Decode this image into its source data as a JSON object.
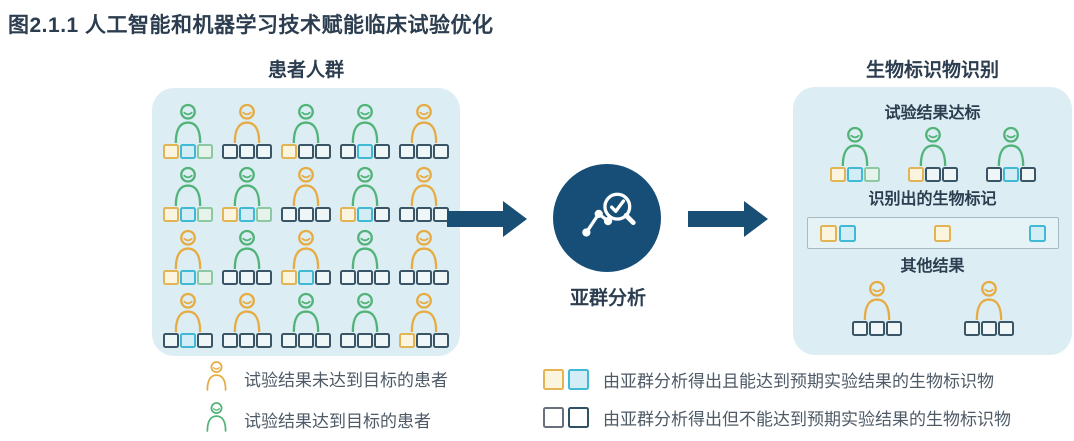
{
  "title": "图2.1.1 人工智能和机器学习技术赋能临床试验优化",
  "colors": {
    "navy": "#174e77",
    "heading_text": "#2b3d4f",
    "panel_bg": "#dceef3",
    "person_green": "#52b379",
    "person_orange": "#e7ab43",
    "square_yellow": "#e2b453",
    "square_cyan": "#3fb9d4",
    "square_green": "#8cc8a2",
    "square_dark": "#3a5666",
    "square_gray": "#697079",
    "legend_text": "#4e5a66"
  },
  "patient_population": {
    "heading": "患者人群",
    "patients": [
      {
        "person": "green",
        "squares": [
          "yellow",
          "cyan",
          "green"
        ]
      },
      {
        "person": "orange",
        "squares": [
          "dark",
          "dark",
          "dark"
        ]
      },
      {
        "person": "green",
        "squares": [
          "yellow",
          "dark",
          "dark"
        ]
      },
      {
        "person": "green",
        "squares": [
          "dark",
          "cyan",
          "dark"
        ]
      },
      {
        "person": "orange",
        "squares": [
          "dark",
          "dark",
          "dark"
        ]
      },
      {
        "person": "green",
        "squares": [
          "yellow",
          "cyan",
          "green"
        ]
      },
      {
        "person": "green",
        "squares": [
          "yellow",
          "cyan",
          "green"
        ]
      },
      {
        "person": "orange",
        "squares": [
          "dark",
          "dark",
          "dark"
        ]
      },
      {
        "person": "green",
        "squares": [
          "yellow",
          "cyan",
          "dark"
        ]
      },
      {
        "person": "orange",
        "squares": [
          "dark",
          "dark",
          "dark"
        ]
      },
      {
        "person": "orange",
        "squares": [
          "yellow",
          "cyan",
          "green"
        ]
      },
      {
        "person": "green",
        "squares": [
          "dark",
          "dark",
          "dark"
        ]
      },
      {
        "person": "orange",
        "squares": [
          "yellow",
          "cyan",
          "dark"
        ]
      },
      {
        "person": "green",
        "squares": [
          "dark",
          "dark",
          "dark"
        ]
      },
      {
        "person": "orange",
        "squares": [
          "dark",
          "dark",
          "dark"
        ]
      },
      {
        "person": "orange",
        "squares": [
          "dark",
          "cyan",
          "dark"
        ]
      },
      {
        "person": "orange",
        "squares": [
          "dark",
          "dark",
          "dark"
        ]
      },
      {
        "person": "green",
        "squares": [
          "dark",
          "dark",
          "dark"
        ]
      },
      {
        "person": "green",
        "squares": [
          "dark",
          "dark",
          "dark"
        ]
      },
      {
        "person": "orange",
        "squares": [
          "yellow",
          "dark",
          "dark"
        ]
      }
    ]
  },
  "process": {
    "label": "亚群分析",
    "icon": "magnifier-check-scatter-icon"
  },
  "biomarker_panel": {
    "heading": "生物标识物识别",
    "passed_section": {
      "heading": "试验结果达标",
      "patients": [
        {
          "person": "green",
          "squares": [
            "yellow",
            "cyan",
            "green"
          ]
        },
        {
          "person": "green",
          "squares": [
            "yellow",
            "dark",
            "dark"
          ]
        },
        {
          "person": "green",
          "squares": [
            "dark",
            "cyan",
            "dark"
          ]
        }
      ]
    },
    "identified_section": {
      "heading": "识别出的生物标记",
      "groups": [
        [
          "yellow",
          "cyan"
        ],
        [
          "yellow"
        ],
        [
          "cyan"
        ]
      ]
    },
    "other_section": {
      "heading": "其他结果",
      "patients": [
        {
          "person": "orange",
          "squares": [
            "dark",
            "dark",
            "dark"
          ]
        },
        {
          "person": "orange",
          "squares": [
            "dark",
            "dark",
            "dark"
          ]
        }
      ]
    }
  },
  "legend": {
    "patient_items": [
      {
        "person": "orange",
        "label": "试验结果未达到目标的患者"
      },
      {
        "person": "green",
        "label": "试验结果达到目标的患者"
      }
    ],
    "marker_items": [
      {
        "squares": [
          "yellow",
          "cyan"
        ],
        "label": "由亚群分析得出且能达到预期实验结果的生物标识物"
      },
      {
        "squares": [
          "gray",
          "darkteal"
        ],
        "label": "由亚群分析得出但不能达到预期实验结果的生物标识物"
      }
    ]
  }
}
